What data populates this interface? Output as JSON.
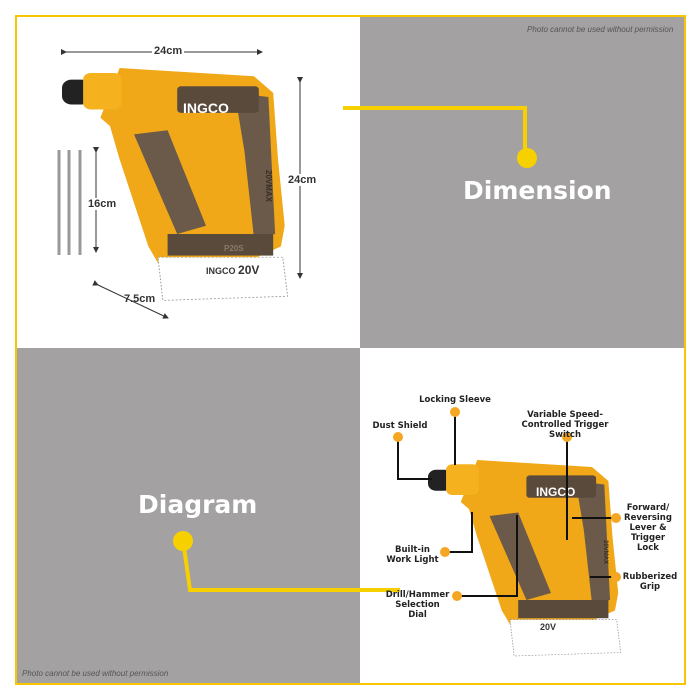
{
  "permission_notice_top": "Photo cannot be used without permission",
  "permission_notice_bottom": "Photo cannot be used without permission",
  "dimension_title": "Dimension",
  "diagram_title": "Diagram",
  "dimensions": {
    "length": "24cm",
    "height": "24cm",
    "bit_length": "16cm",
    "width": "7.5cm"
  },
  "product": {
    "brand": "INGCO",
    "battery": "20V",
    "side_text": "20VMAX",
    "battery_model": "P20S"
  },
  "callouts": {
    "dust_shield": "Dust Shield",
    "locking_sleeve": "Locking Sleeve",
    "trigger_switch": "Variable Speed-Controlled Trigger Switch",
    "forward_reverse": "Forward/ Reversing Lever & Trigger Lock",
    "rubberized_grip": "Rubberized Grip",
    "work_light": "Built-in Work Light",
    "selection_dial": "Drill/Hammer Selection Dial"
  },
  "colors": {
    "accent_yellow": "#f7d000",
    "dot_orange": "#f5a623",
    "panel_gray": "#a3a1a1",
    "tool_orange": "#f0a818",
    "tool_brown": "#6b5a4a"
  }
}
